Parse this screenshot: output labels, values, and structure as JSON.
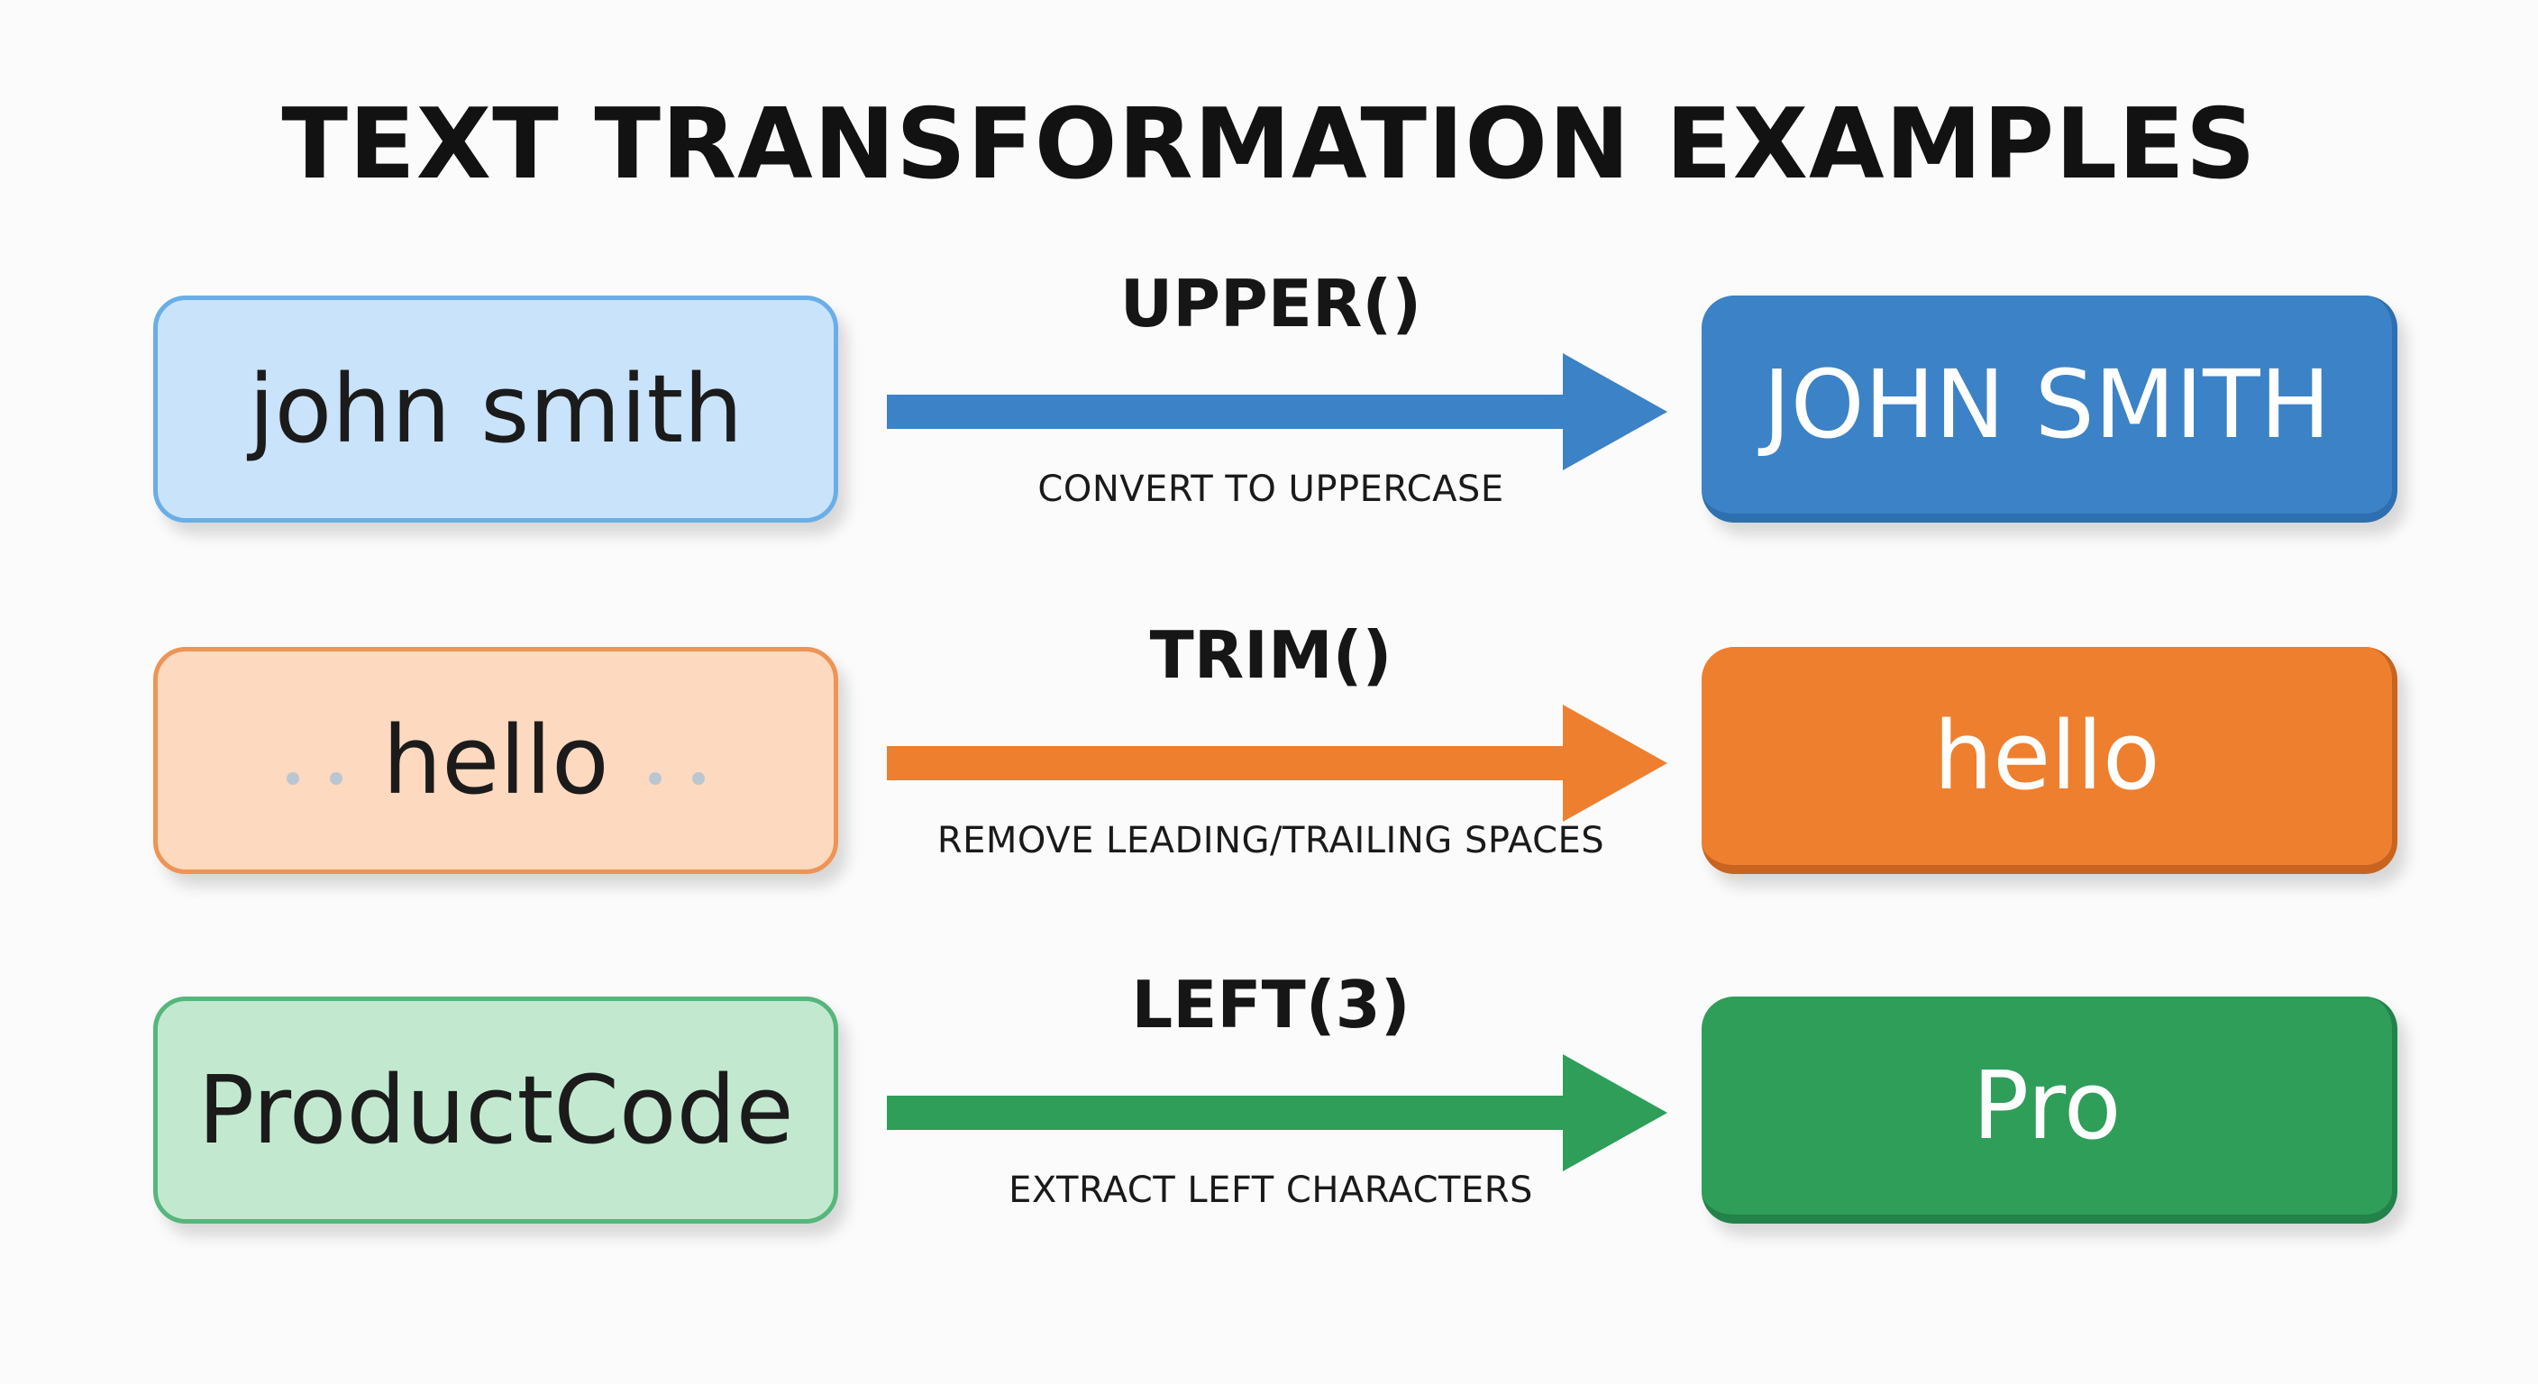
{
  "title": "TEXT TRANSFORMATION EXAMPLES",
  "rows": [
    {
      "input": "john smith",
      "function": "UPPER()",
      "description": "CONVERT TO UPPERCASE",
      "output": "JOHN SMITH",
      "colors": {
        "light": "#c9e3fb",
        "light_border": "#6aaee8",
        "accent": "#3c82c6",
        "dark": "#2d6faf"
      }
    },
    {
      "input": "hello",
      "function": "TRIM()",
      "description": "REMOVE LEADING/TRAILING SPACES",
      "output": "hello",
      "colors": {
        "light": "#fdd9bf",
        "light_border": "#ee9454",
        "accent": "#ee7f2f",
        "dark": "#c86420"
      }
    },
    {
      "input": "ProductCode",
      "function": "LEFT(3)",
      "description": "EXTRACT LEFT CHARACTERS",
      "output": "Pro",
      "colors": {
        "light": "#c2e9d0",
        "light_border": "#56b67b",
        "accent": "#2e9e59",
        "dark": "#22824a"
      }
    }
  ]
}
